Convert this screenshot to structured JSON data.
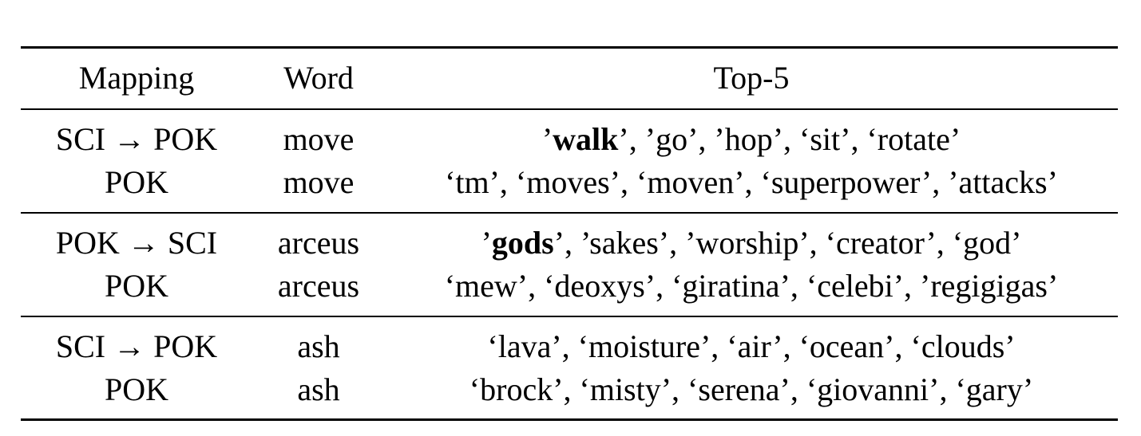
{
  "table": {
    "headers": [
      "Mapping",
      "Word",
      "Top-5"
    ],
    "groups": [
      {
        "rows": [
          {
            "mapping": "SCI → POK",
            "word": "move",
            "top5_bold": "walk",
            "top5_prefix": "’",
            "top5_rest": "’, ’go’, ’hop’, ‘sit’, ‘rotate’"
          },
          {
            "mapping": "POK",
            "word": "move",
            "top5_bold": "",
            "top5_prefix": "",
            "top5_rest": "‘tm’, ‘moves’, ‘moven’, ‘superpower’, ’attacks’"
          }
        ]
      },
      {
        "rows": [
          {
            "mapping": "POK → SCI",
            "word": "arceus",
            "top5_bold": "gods",
            "top5_prefix": "’",
            "top5_rest": "’, ’sakes’, ’worship’, ‘creator’, ‘god’"
          },
          {
            "mapping": "POK",
            "word": "arceus",
            "top5_bold": "",
            "top5_prefix": "",
            "top5_rest": "‘mew’, ‘deoxys’, ‘giratina’, ‘celebi’, ’regigigas’"
          }
        ]
      },
      {
        "rows": [
          {
            "mapping": "SCI → POK",
            "word": "ash",
            "top5_bold": "",
            "top5_prefix": "",
            "top5_rest": "‘lava’, ‘moisture’, ‘air’, ‘ocean’, ‘clouds’"
          },
          {
            "mapping": "POK",
            "word": "ash",
            "top5_bold": "",
            "top5_prefix": "",
            "top5_rest": "‘brock’, ‘misty’, ‘serena’, ‘giovanni’, ‘gary’"
          }
        ]
      }
    ]
  }
}
